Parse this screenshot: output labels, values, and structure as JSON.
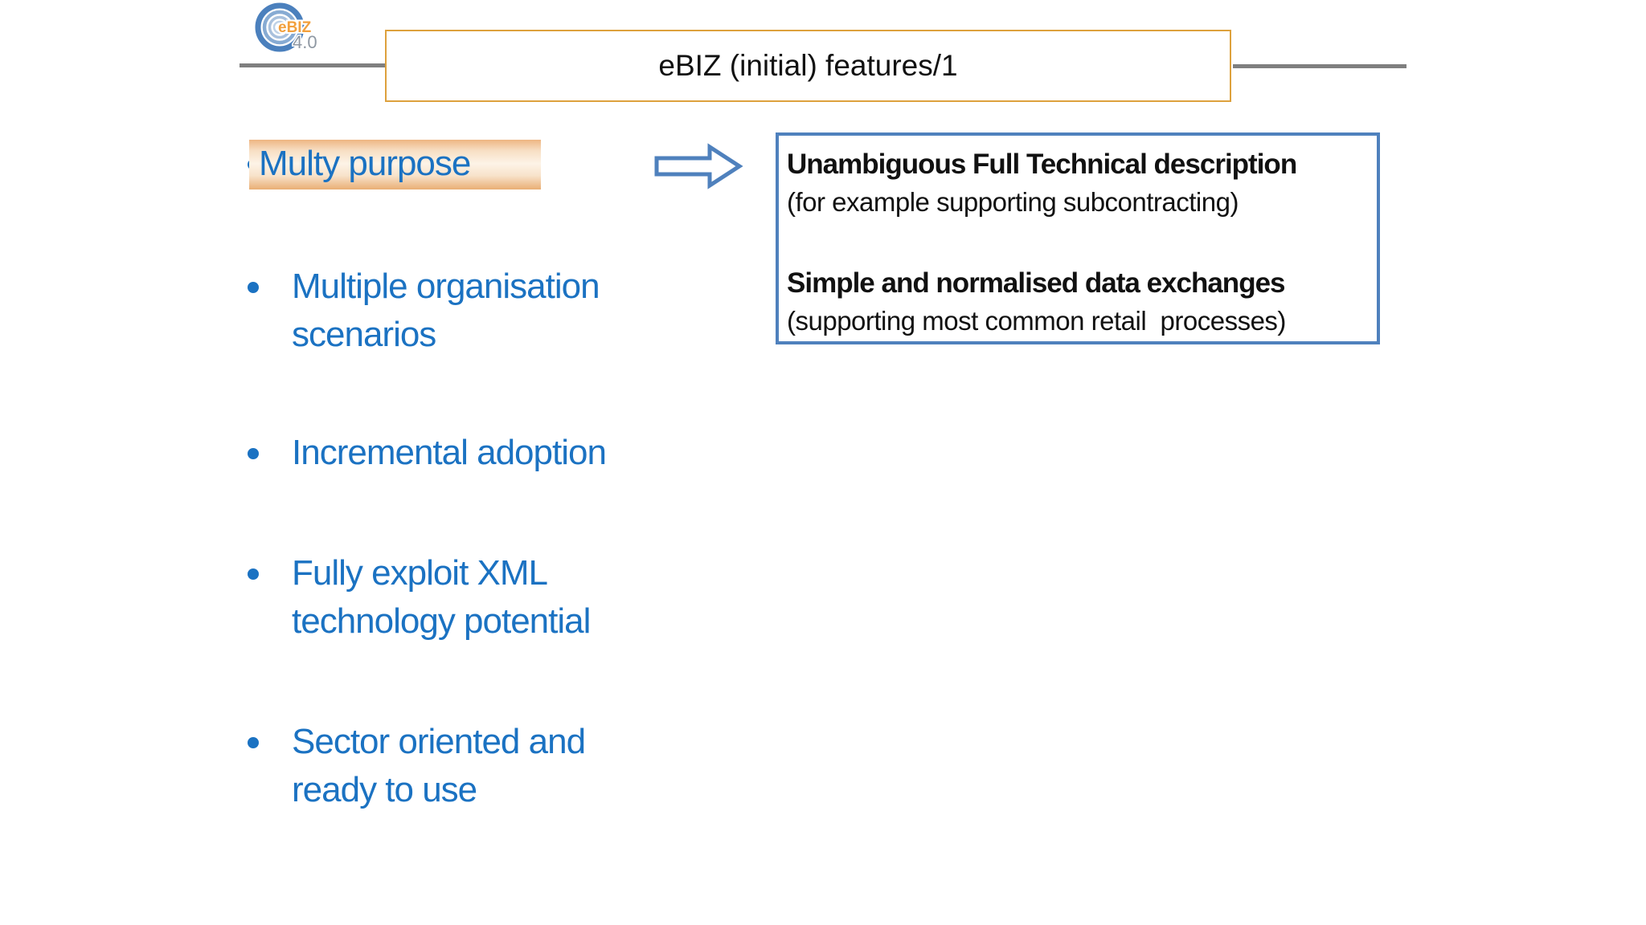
{
  "logo": {
    "brand": "eBIZ",
    "version": "4.0"
  },
  "header": {
    "title": "eBIZ (initial) features/1"
  },
  "bullets": [
    {
      "label": "Multy purpose",
      "highlighted": true
    },
    {
      "label": "Multiple organisation\nscenarios",
      "highlighted": false
    },
    {
      "label": "Incremental adoption",
      "highlighted": false
    },
    {
      "label": "Fully exploit XML\ntechnology potential",
      "highlighted": false
    },
    {
      "label": "Sector oriented and\nready to use",
      "highlighted": false
    }
  ],
  "callout": {
    "sections": [
      {
        "heading": "Unambiguous Full Technical description",
        "note": "(for example supporting subcontracting)"
      },
      {
        "heading": "Simple and normalised data exchanges",
        "note": "(supporting most common retail  processes)"
      }
    ]
  },
  "colors": {
    "bullet_text": "#1b72c2",
    "title_border": "#dda13d",
    "callout_border": "#4f81bd",
    "arrow_outline": "#4f81bd",
    "divider_gray": "#7f7f7f",
    "highlight_top": "#eeb682",
    "highlight_mid": "#fdf3e7",
    "highlight_bottom": "#e9ae75",
    "logo_orange": "#f2a03d",
    "logo_blue": "#4b80bd"
  }
}
